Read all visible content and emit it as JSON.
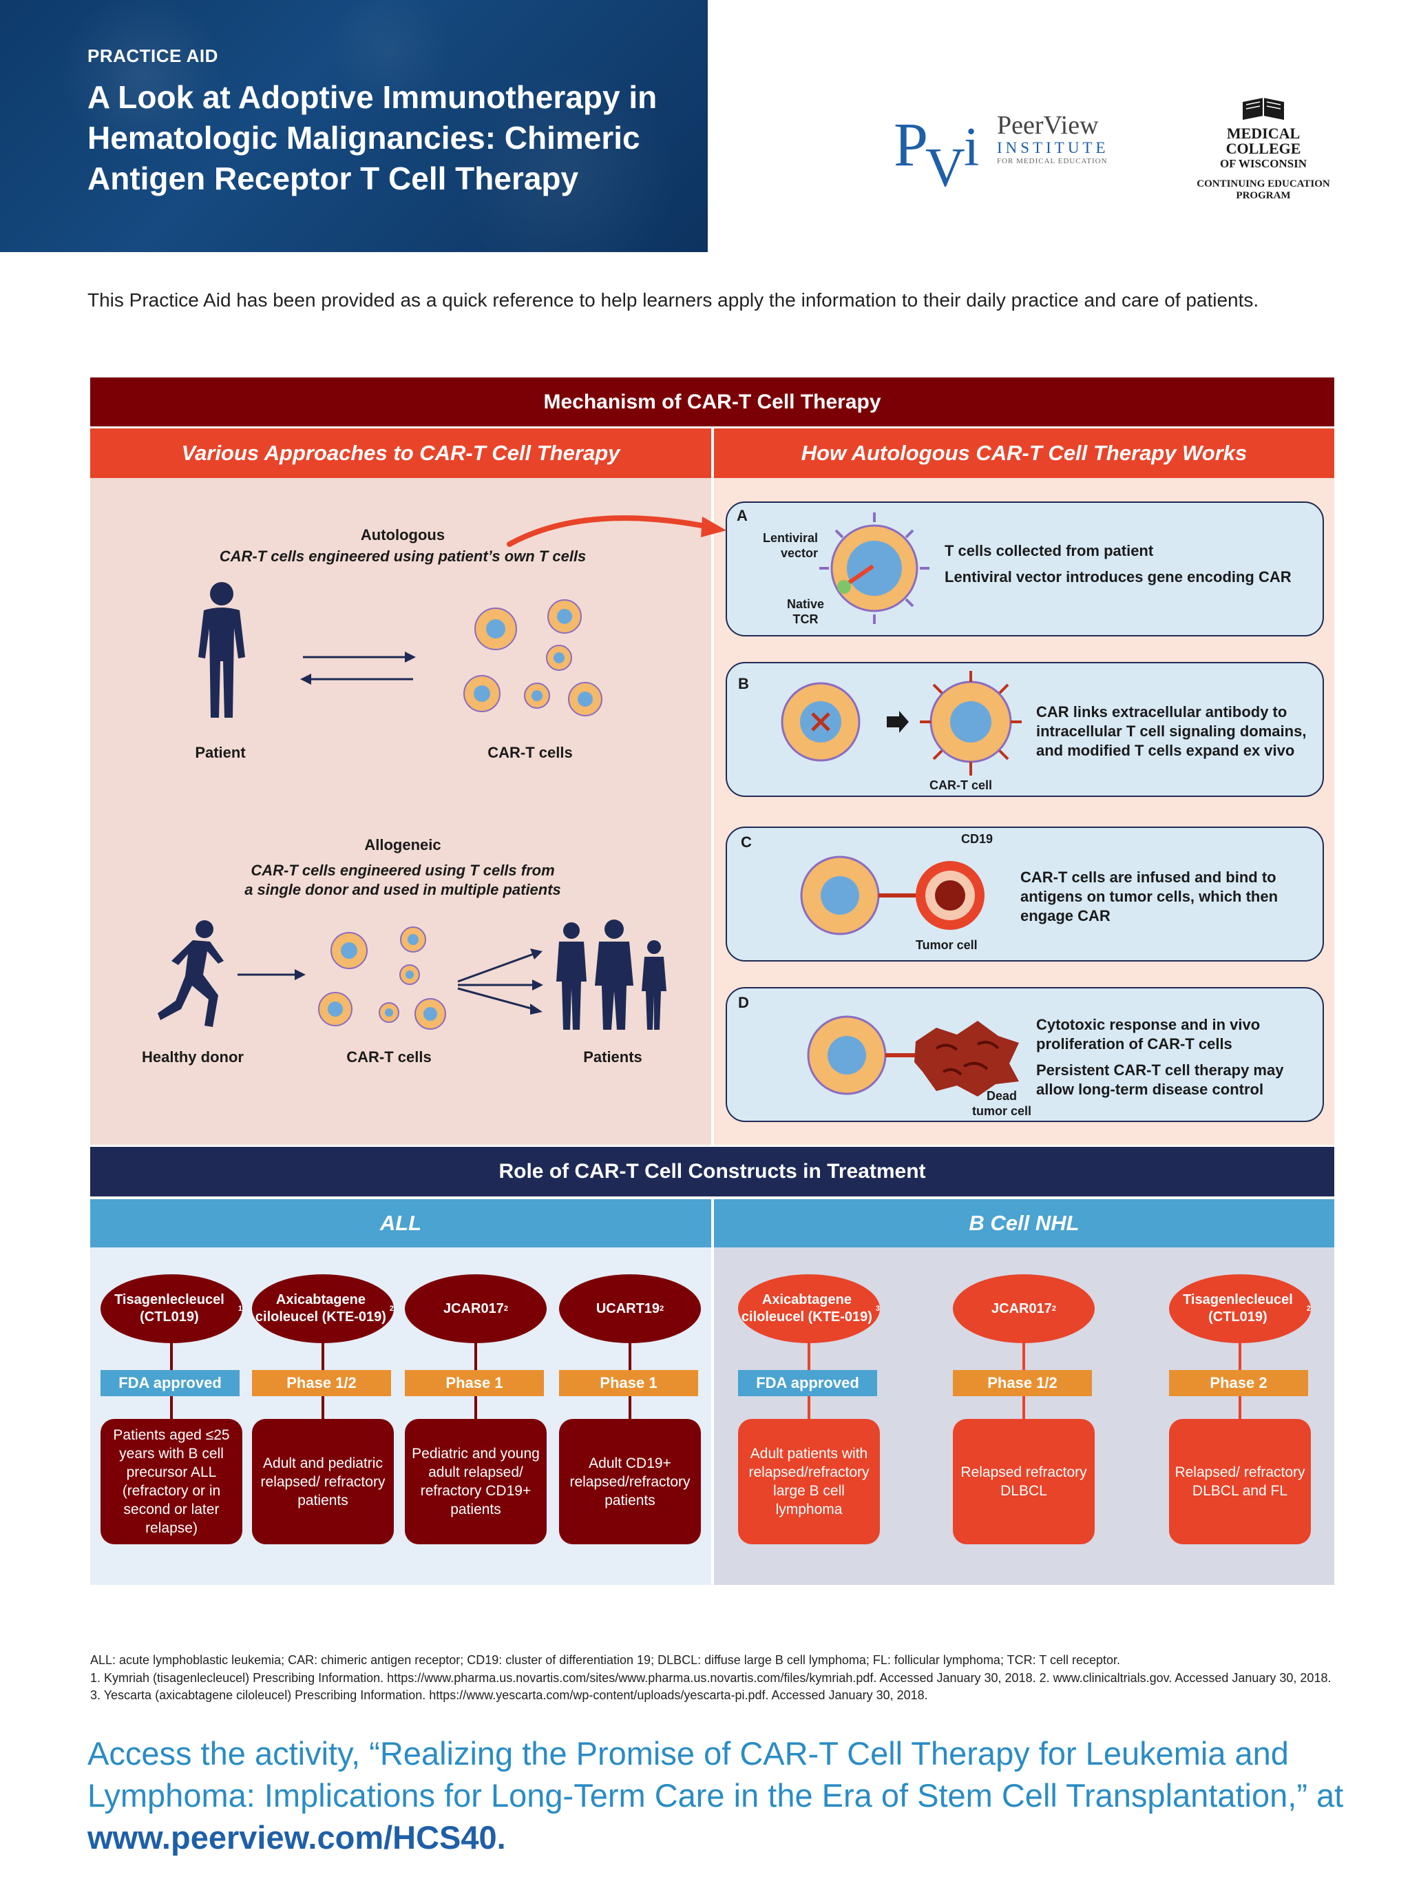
{
  "header": {
    "kicker": "PRACTICE AID",
    "title": "A Look at Adoptive Immunotherapy in Hematologic Malignancies: Chimeric Antigen Receptor T Cell Therapy",
    "pvi_mark": "PVi",
    "pvi_name": "PeerView",
    "pvi_institute": "INSTITUTE",
    "pvi_tag": "FOR MEDICAL EDUCATION",
    "mcw_name_1": "MEDICAL",
    "mcw_name_2": "COLLEGE",
    "mcw_name_3": "OF WISCONSIN",
    "mcw_sub": "CONTINUING EDUCATION PROGRAM"
  },
  "intro": "This Practice Aid has been provided as a quick reference to help learners apply the information to their daily practice and care of patients.",
  "mechanism": {
    "title": "Mechanism of CAR-T Cell Therapy",
    "left_title": "Various Approaches to CAR-T Cell Therapy",
    "right_title": "How Autologous CAR-T Cell Therapy Works",
    "autologous_title": "Autologous",
    "autologous_desc": "CAR-T cells engineered using patient’s own T cells",
    "patient_label": "Patient",
    "cart_label": "CAR-T cells",
    "allogeneic_title": "Allogeneic",
    "allogeneic_desc_1": "CAR-T cells engineered using T cells from",
    "allogeneic_desc_2": "a single donor and used in multiple patients",
    "donor_label": "Healthy donor",
    "cart_label_2": "CAR-T cells",
    "patients_label": "Patients",
    "steps": [
      {
        "letter": "A",
        "lines": [
          "T cells collected from patient",
          "Lentiviral vector introduces gene encoding CAR"
        ],
        "labels": [
          "Lentiviral",
          "vector",
          "Native",
          "TCR"
        ]
      },
      {
        "letter": "B",
        "lines": [
          "CAR links extracellular antibody to",
          "intracellular T cell signaling domains,",
          "and modified T cells expand ex vivo"
        ],
        "labels": [
          "CAR-T cell"
        ]
      },
      {
        "letter": "C",
        "lines": [
          "CAR-T cells are infused and bind to",
          "antigens on tumor cells, which then",
          "engage CAR"
        ],
        "labels": [
          "CD19",
          "Tumor cell"
        ]
      },
      {
        "letter": "D",
        "lines": [
          "Cytotoxic response and in vivo",
          "proliferation of CAR-T cells",
          "Persistent CAR-T cell therapy may",
          "allow long-term disease control"
        ],
        "labels": [
          "Dead",
          "tumor cell"
        ]
      }
    ]
  },
  "role": {
    "title": "Role of CAR-T Cell Constructs in Treatment",
    "left_title": "ALL",
    "right_title": "B Cell NHL",
    "all": [
      {
        "name": "Tisagenlecleucel (CTL019)",
        "ref": "1",
        "status": "FDA approved",
        "status_color": "#4aa3d0",
        "result": "Patients aged ≤25 years with B cell precursor ALL (refractory or in second or later relapse)"
      },
      {
        "name": "Axicabtagene ciloleucel (KTE-019)",
        "ref": "2",
        "status": "Phase 1/2",
        "status_color": "#e89030",
        "result": "Adult and pediatric relapsed/ refractory patients"
      },
      {
        "name": "JCAR017",
        "ref": "2",
        "status": "Phase 1",
        "status_color": "#e89030",
        "result": "Pediatric and young adult relapsed/ refractory CD19+ patients"
      },
      {
        "name": "UCART19",
        "ref": "2",
        "status": "Phase 1",
        "status_color": "#e89030",
        "result": "Adult CD19+ relapsed/refractory patients"
      }
    ],
    "nhl": [
      {
        "name": "Axicabtagene ciloleucel (KTE-019)",
        "ref": "3",
        "status": "FDA approved",
        "status_color": "#4aa3d0",
        "result": "Adult patients with relapsed/refractory large B cell lymphoma"
      },
      {
        "name": "JCAR017",
        "ref": "2",
        "status": "Phase 1/2",
        "status_color": "#e89030",
        "result": "Relapsed refractory DLBCL"
      },
      {
        "name": "Tisagenlecleucel (CTL019)",
        "ref": "2",
        "status": "Phase 2",
        "status_color": "#e89030",
        "result": "Relapsed/ refractory DLBCL and FL"
      }
    ]
  },
  "footnotes": {
    "abbrev": "ALL: acute lymphoblastic leukemia; CAR: chimeric antigen receptor; CD19: cluster of differentiation 19; DLBCL: diffuse large B cell lymphoma; FL: follicular lymphoma; TCR: T cell receptor.",
    "refs": "1. Kymriah (tisagenlecleucel) Prescribing Information. https://www.pharma.us.novartis.com/sites/www.pharma.us.novartis.com/files/kymriah.pdf. Accessed January 30, 2018. 2. www.clinicaltrials.gov. Accessed January 30, 2018. 3. Yescarta (axicabtagene ciloleucel) Prescribing Information. https://www.yescarta.com/wp-content/uploads/yescarta-pi.pdf. Accessed January 30, 2018."
  },
  "access": {
    "text": "Access the activity, “Realizing the Promise of CAR-T Cell Therapy for Leukemia and Lymphoma: Implications for Long-Term Care in the Era of Stem Cell Transplantation,” at ",
    "url": "www.peerview.com/HCS40."
  }
}
